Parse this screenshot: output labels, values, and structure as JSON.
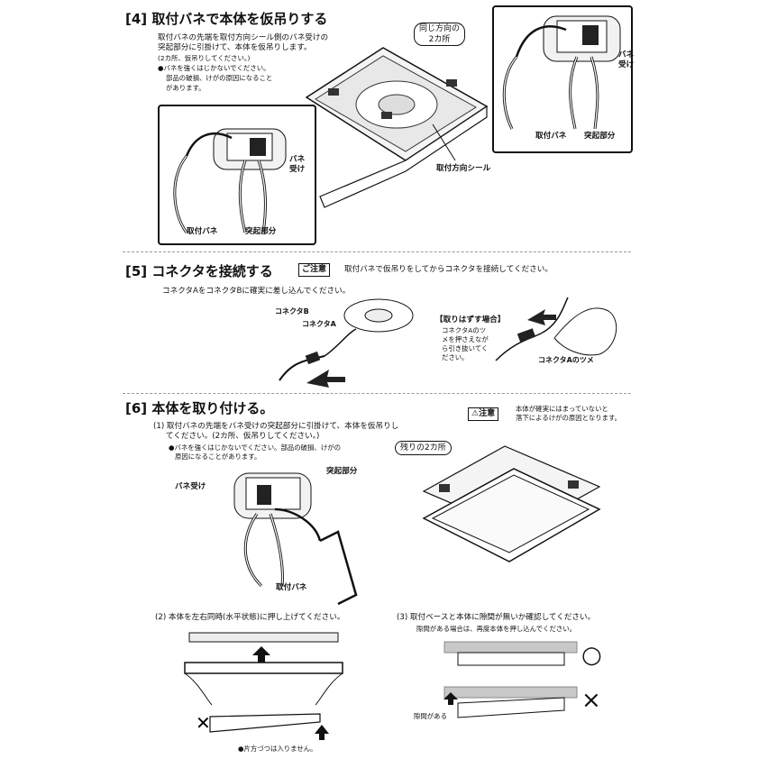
{
  "step4": {
    "title": "[4] 取付バネで本体を仮吊りする",
    "desc": [
      "取付バネの先端を取付方向シール側のバネ受けの",
      "突起部分に引掛けて、本体を仮吊りします。"
    ],
    "note_sub": "(2カ所、仮吊りしてください。)",
    "caution": [
      "●バネを強くはじかないでください。",
      "部品の破損、けがの原因になること",
      "があります。"
    ],
    "callout_same": [
      "同じ方向の",
      "2カ所"
    ],
    "label_seal": "取付方向シール",
    "label_spring": "取付バネ",
    "label_protrusion": "突起部分",
    "label_receiver": [
      "バネ",
      "受け"
    ]
  },
  "step5": {
    "title": "[5] コネクタを接続する",
    "caution_tag": "ご注意",
    "caution_text": "取付バネで仮吊りをしてからコネクタを接続してください。",
    "desc": "コネクタAをコネクタBに確実に差し込んでください。",
    "label_b": "コネクタB",
    "label_a": "コネクタA",
    "remove_title": "【取りはずす場合】",
    "remove_text": [
      "コネクタAのツ",
      "メを押さえなが",
      "ら引き抜いてく",
      "ださい。"
    ],
    "label_tab": "コネクタAのツメ"
  },
  "step6": {
    "title": "[6] 本体を取り付ける。",
    "caution_tag": "注意",
    "caution_text": [
      "本体が確実にはまっていないと",
      "落下によるけがの原因となります。"
    ],
    "sub1": [
      "(1) 取付バネの先端をバネ受けの突起部分に引掛けて、本体を仮吊りし",
      "てください。(2カ所、仮吊りしてください。)"
    ],
    "sub1_caution": [
      "●バネを強くはじかないでください。部品の破損、けがの",
      "原因になることがあります。"
    ],
    "label_protrusion": "突起部分",
    "label_receiver": "バネ受け",
    "label_spring": "取付バネ",
    "callout_rest": "残りの2カ所",
    "sub2": "(2) 本体を左右同時(水平状態)に押し上げてください。",
    "sub2_note": "●片方づつは入りません。",
    "sub3": "(3) 取付ベースと本体に隙間が無いか確認してください。",
    "sub3_note": "隙間がある場合は、再度本体を押し込んでください。",
    "label_gap": "隙間がある",
    "mark_ok": "○",
    "mark_ng": "×"
  }
}
